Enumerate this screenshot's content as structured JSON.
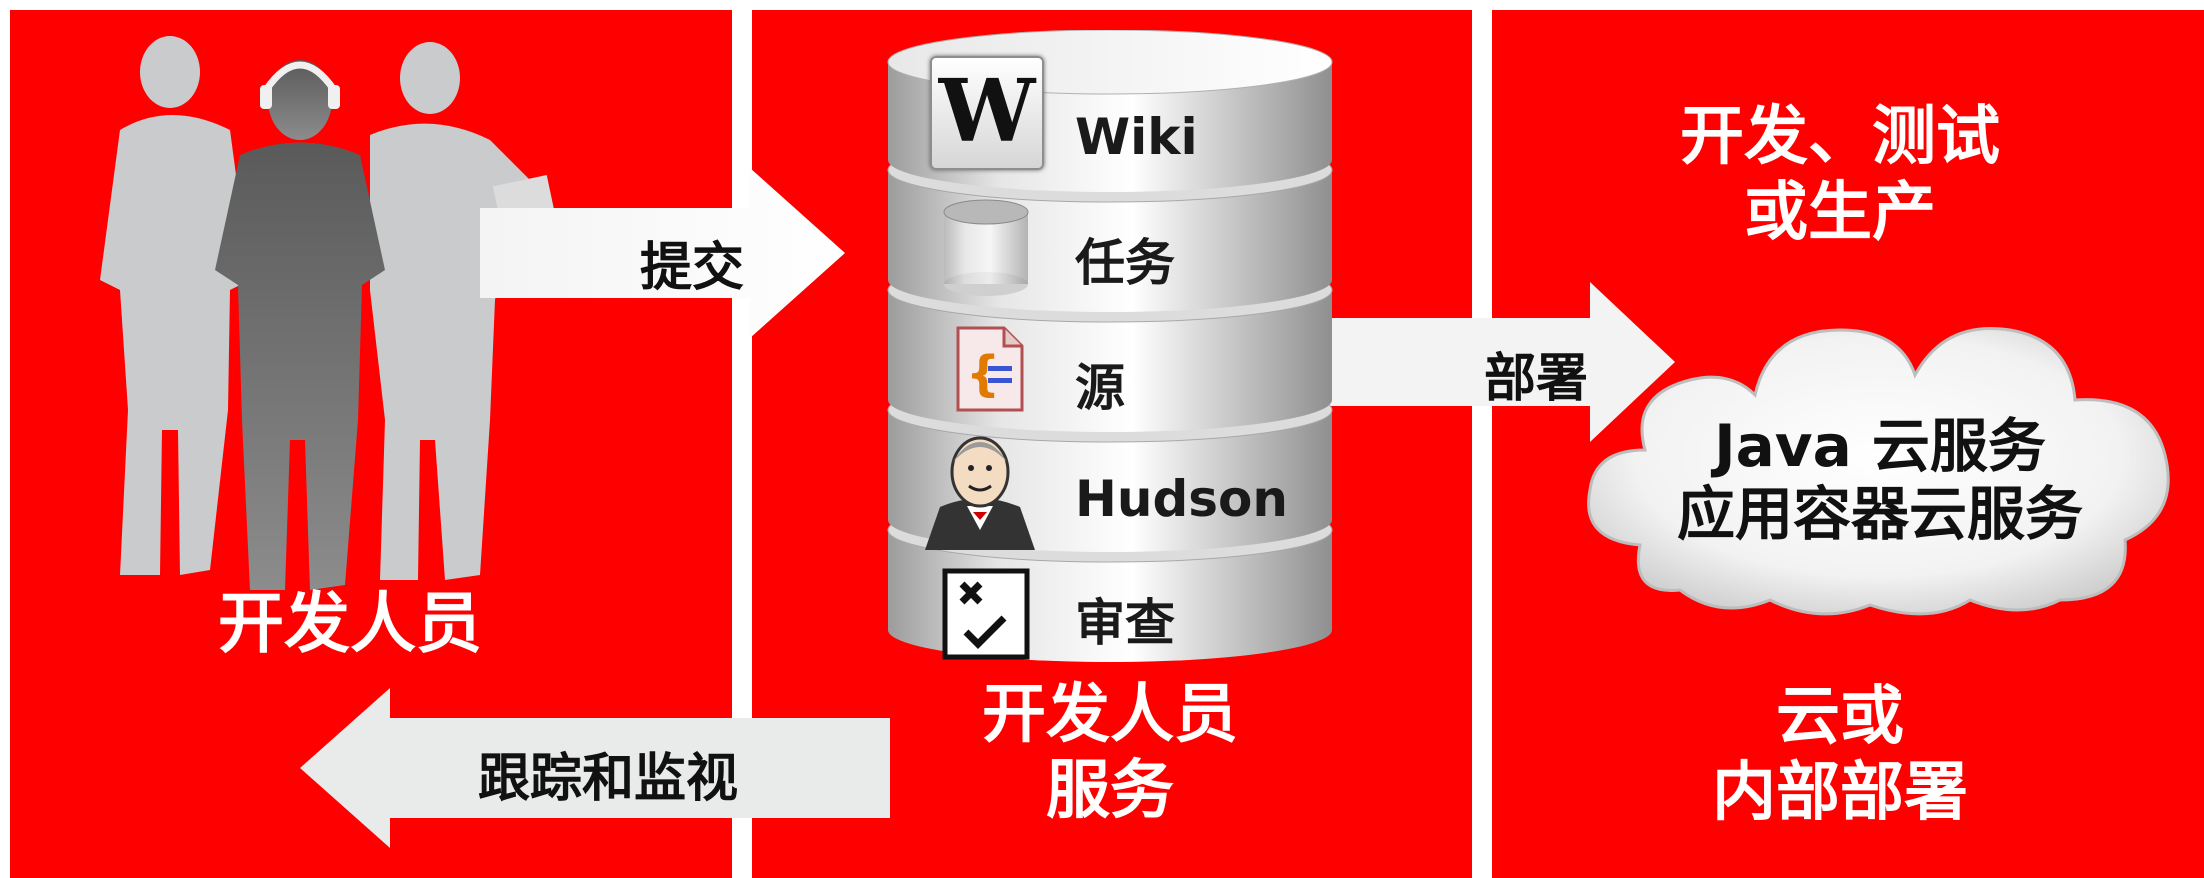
{
  "developers": {
    "label": "开发人员"
  },
  "arrows": {
    "commit": "提交",
    "deploy": "部署",
    "track": "跟踪和监视"
  },
  "stack": {
    "layers": [
      {
        "label": "Wiki",
        "icon": "wiki-icon"
      },
      {
        "label": "任务",
        "icon": "database-icon"
      },
      {
        "label": "源",
        "icon": "source-file-icon"
      },
      {
        "label": "Hudson",
        "icon": "hudson-butler-icon"
      },
      {
        "label": "审查",
        "icon": "review-checklist-icon"
      }
    ],
    "wiki_letter": "W",
    "caption": "开发人员\n服务"
  },
  "right": {
    "top": "开发、测试\n或生产",
    "cloud": "Java 云服务\n应用容器云服务",
    "bottom": "云或\n内部部署"
  },
  "colors": {
    "panel": "#ff0000",
    "white": "#ffffff"
  }
}
